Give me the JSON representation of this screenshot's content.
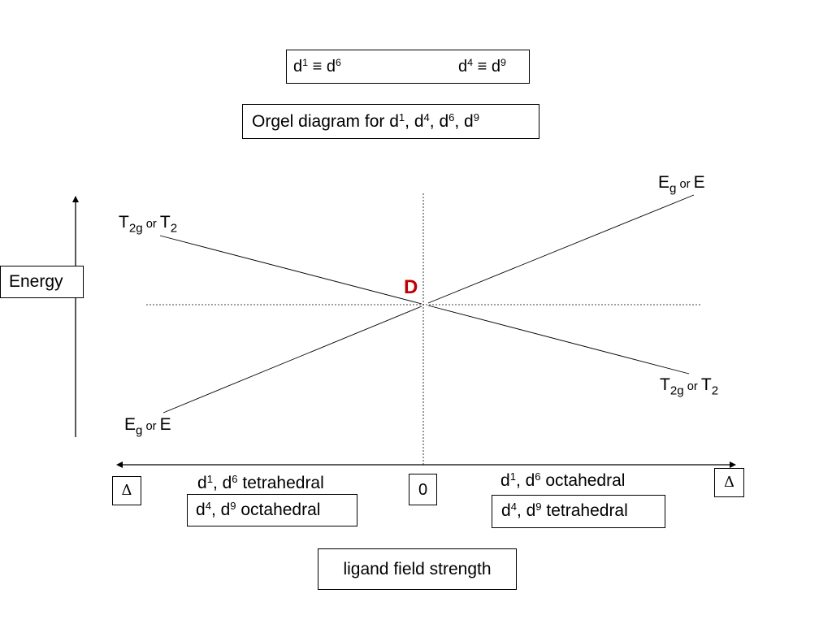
{
  "equivalence_box": {
    "left": [
      [
        "t",
        "d"
      ],
      [
        "sup",
        "1"
      ],
      [
        "t",
        " ≡ d"
      ],
      [
        "sup",
        "6"
      ]
    ],
    "right": [
      [
        "t",
        "d"
      ],
      [
        "sup",
        "4"
      ],
      [
        "t",
        " ≡ d"
      ],
      [
        "sup",
        "9"
      ]
    ]
  },
  "title": [
    [
      "t",
      "Orgel diagram for d"
    ],
    [
      "sup",
      "1"
    ],
    [
      "t",
      ", d"
    ],
    [
      "sup",
      "4"
    ],
    [
      "t",
      ", d"
    ],
    [
      "sup",
      "6"
    ],
    [
      "t",
      ", d"
    ],
    [
      "sup",
      "9"
    ]
  ],
  "energy_label": "Energy",
  "center_term": "D",
  "center_term_color": "#c00000",
  "line_labels": {
    "upper_right": [
      [
        "t",
        "E"
      ],
      [
        "sub",
        "g"
      ],
      [
        "small",
        " or "
      ],
      [
        "t",
        "E"
      ]
    ],
    "upper_left": [
      [
        "t",
        "T"
      ],
      [
        "sub",
        "2g"
      ],
      [
        "small",
        " or "
      ],
      [
        "t",
        "T"
      ],
      [
        "sub",
        "2"
      ]
    ],
    "lower_right": [
      [
        "t",
        "T"
      ],
      [
        "sub",
        "2g"
      ],
      [
        "small",
        " or "
      ],
      [
        "t",
        "T"
      ],
      [
        "sub",
        "2"
      ]
    ],
    "lower_left": [
      [
        "t",
        "E"
      ],
      [
        "sub",
        "g"
      ],
      [
        "small",
        " or "
      ],
      [
        "t",
        "E"
      ]
    ]
  },
  "axis": {
    "delta_left": "Δ",
    "delta_right": "Δ",
    "zero": "0",
    "caption": "ligand field strength"
  },
  "left_region": {
    "line1": [
      [
        "t",
        "d"
      ],
      [
        "sup",
        "1"
      ],
      [
        "t",
        ", d"
      ],
      [
        "sup",
        "6"
      ],
      [
        "t",
        " tetrahedral"
      ]
    ],
    "line2": [
      [
        "t",
        "d"
      ],
      [
        "sup",
        "4"
      ],
      [
        "t",
        ", d"
      ],
      [
        "sup",
        "9"
      ],
      [
        "t",
        " octahedral"
      ]
    ]
  },
  "right_region": {
    "line1": [
      [
        "t",
        "d"
      ],
      [
        "sup",
        "1"
      ],
      [
        "t",
        ", d"
      ],
      [
        "sup",
        "6"
      ],
      [
        "t",
        " octahedral"
      ]
    ],
    "line2": [
      [
        "t",
        "d"
      ],
      [
        "sup",
        "4"
      ],
      [
        "t",
        ", d"
      ],
      [
        "sup",
        "9"
      ],
      [
        "t",
        " tetrahedral"
      ]
    ]
  }
}
